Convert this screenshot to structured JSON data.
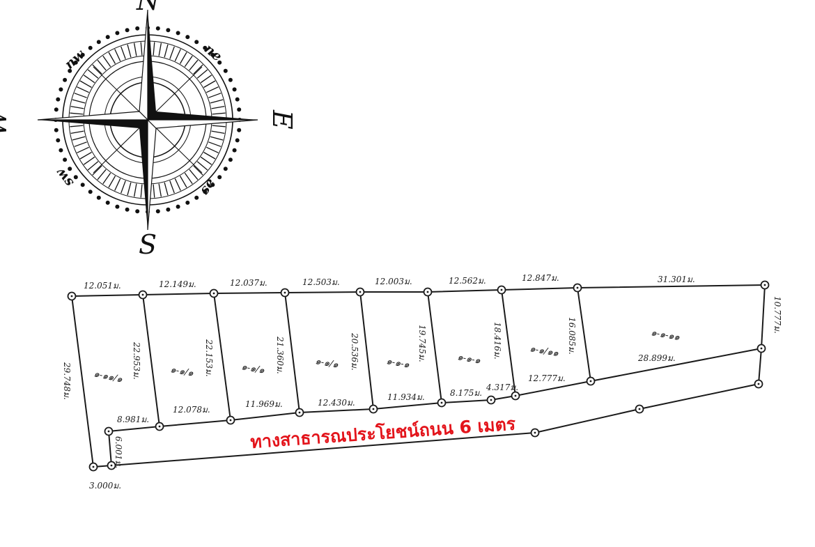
{
  "compass": {
    "north": "N",
    "south": "S",
    "east": "E",
    "west": "W",
    "nw": "nw",
    "ne": "ne",
    "sw": "sw",
    "se": "se"
  },
  "road_label": "ทางสาธารณประโยชน์ถนน 6 เมตร",
  "plot_label_style": "handwritten-plot-numbers",
  "dimensions": {
    "top_1": "12.051ม.",
    "top_2": "12.149ม.",
    "top_3": "12.037ม.",
    "top_4": "12.503ม.",
    "top_5": "12.003ม.",
    "top_6": "12.562ม.",
    "top_7": "12.847ม.",
    "top_8": "31.301ม.",
    "right_edge": "10.777ม.",
    "left_edge": "29.748ม.",
    "div_1": "22.953ม.",
    "div_2": "22.153ม.",
    "div_3": "21.360ม.",
    "div_4": "20.536ม.",
    "div_5": "19.745ม.",
    "div_6": "18.416ม.",
    "div_7": "16.085ม.",
    "bottom_1": "8.981ม.",
    "bottom_2": "12.078ม.",
    "bottom_3": "11.969ม.",
    "bottom_4": "12.430ม.",
    "bottom_5": "11.934ม.",
    "bottom_6": "8.175ม.",
    "bottom_6b": "4.317ม.",
    "bottom_7": "12.777ม.",
    "bottom_8": "28.899ม.",
    "corner_bottom": "3.000ม.",
    "corner_side": "6.001ม."
  },
  "plots": [
    {
      "id": "plot-1",
      "label": "๑-๑๑/๑"
    },
    {
      "id": "plot-2",
      "label": "๑-๑/๑"
    },
    {
      "id": "plot-3",
      "label": "๑-๑/๑"
    },
    {
      "id": "plot-4",
      "label": "๑-๑/๑"
    },
    {
      "id": "plot-5",
      "label": "๑-๑-๑"
    },
    {
      "id": "plot-6",
      "label": "๑-๑-๑"
    },
    {
      "id": "plot-7",
      "label": "๑-๑/๑๑"
    },
    {
      "id": "plot-8",
      "label": "๑-๑-๑๑"
    }
  ]
}
